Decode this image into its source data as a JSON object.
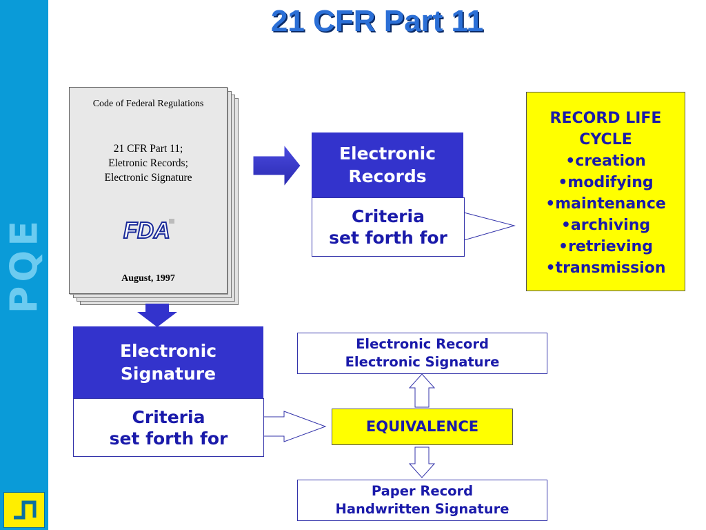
{
  "title": "21 CFR Part 11",
  "sidebar": {
    "text": "PQE"
  },
  "document": {
    "heading": "Code of Federal Regulations",
    "body_lines": [
      "21 CFR Part 11;",
      "Eletronic Records;",
      "Electronic Signature"
    ],
    "logo": "FDA",
    "date": "August, 1997"
  },
  "electronic_records": {
    "label": "Electronic\nRecords",
    "criteria": "Criteria\nset forth for"
  },
  "record_life_cycle": {
    "title": "RECORD LIFE\nCYCLE",
    "items": [
      "•creation",
      "•modifying",
      "•maintenance",
      "•archiving",
      "•retrieving",
      "•transmission"
    ]
  },
  "electronic_signature": {
    "label": "Electronic\nSignature",
    "criteria": "Criteria\nset forth for"
  },
  "equivalence": {
    "top": "Electronic Record\nElectronic Signature",
    "center": "EQUIVALENCE",
    "bottom": "Paper Record\nHandwritten Signature"
  },
  "colors": {
    "sidebar": "#0a9bd8",
    "accent_blue": "#3333cc",
    "highlight_yellow": "#ffff00",
    "title": "#2b6fd6"
  }
}
